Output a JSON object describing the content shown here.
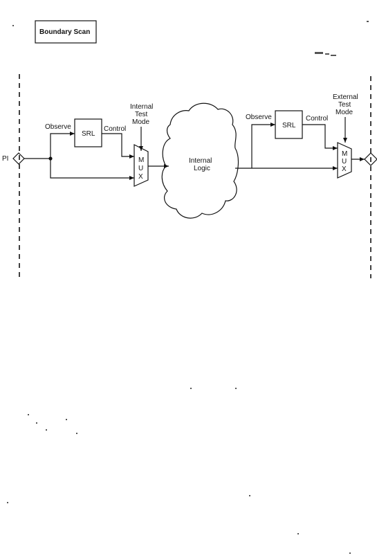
{
  "title": "Boundary Scan",
  "left_port": {
    "label": "PI"
  },
  "left_cell": {
    "observe_label": "Observe",
    "srl_label": "SRL",
    "control_label": "Control",
    "mode_label_lines": [
      "Internal",
      "Test",
      "Mode"
    ],
    "mux_letters": [
      "M",
      "U",
      "X"
    ]
  },
  "core": {
    "label_lines": [
      "Internal",
      "Logic"
    ]
  },
  "right_cell": {
    "observe_label": "Observe",
    "srl_label": "SRL",
    "control_label": "Control",
    "mode_label_lines": [
      "External",
      "Test",
      "Mode"
    ],
    "mux_letters": [
      "M",
      "U",
      "X"
    ]
  },
  "colors": {
    "line": "#111111",
    "background": "#ffffff"
  }
}
